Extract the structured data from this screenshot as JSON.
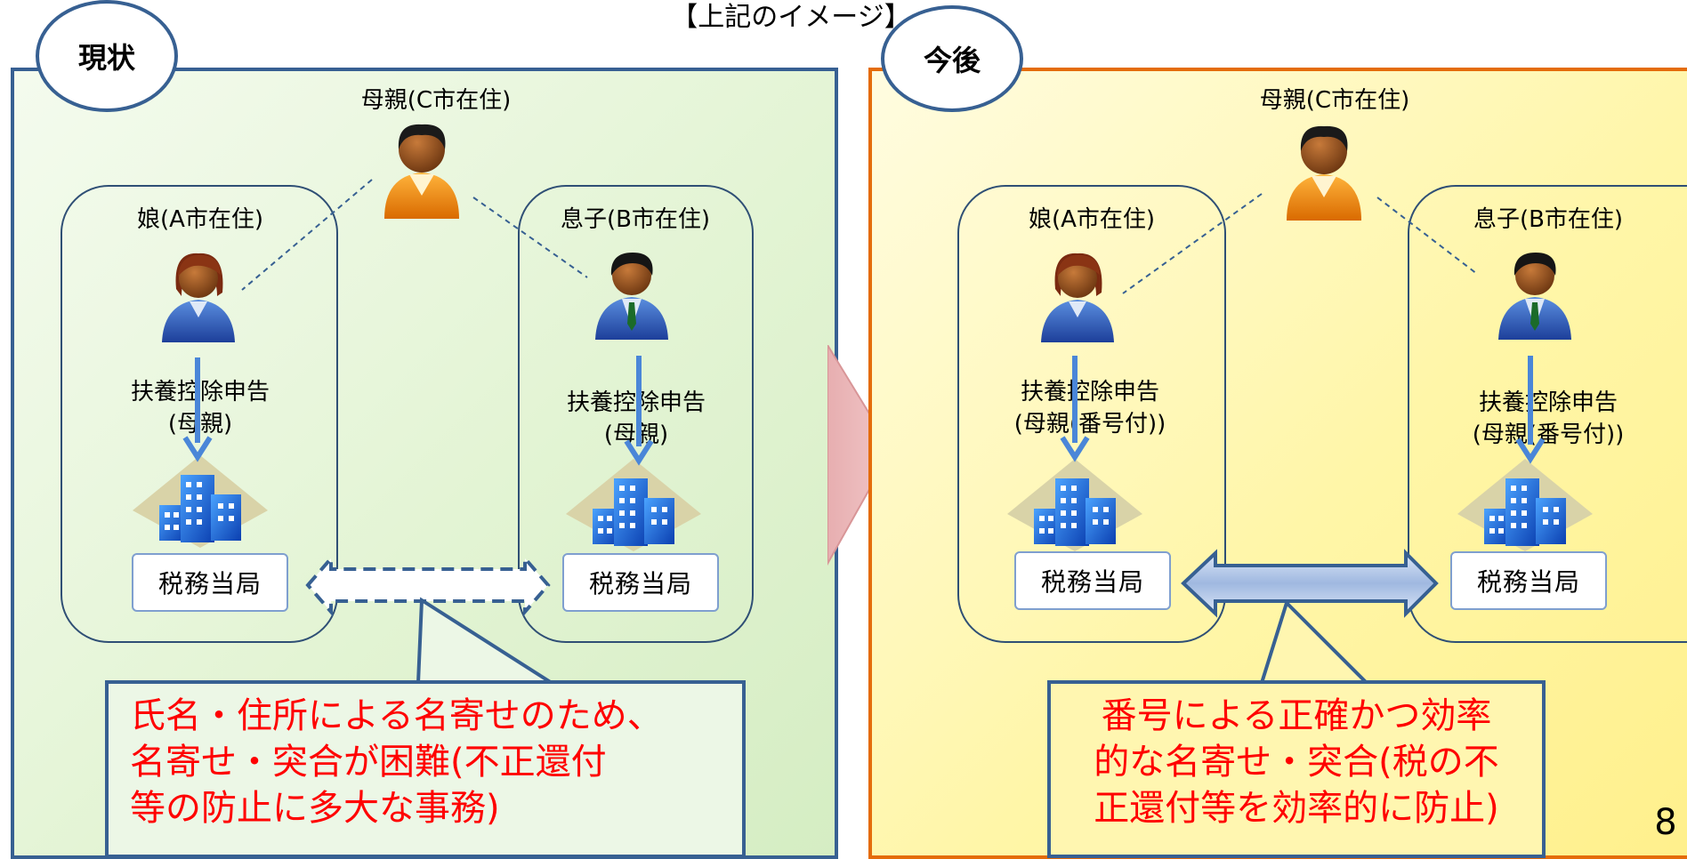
{
  "header": {
    "title": "【上記のイメージ】"
  },
  "left_panel": {
    "tag": "現状",
    "mother": "母親(C市在住)",
    "daughter": "娘(A市在住)",
    "son": "息子(B市在住)",
    "daughter_filing_line1": "扶養控除申告",
    "daughter_filing_line2": "(母親)",
    "son_filing_line1": "扶養控除申告",
    "son_filing_line2": "(母親)",
    "tax_office_a": "税務当局",
    "tax_office_b": "税務当局",
    "callout_line1": "氏名・住所による名寄せのため、",
    "callout_line2": "名寄せ・突合が困難(不正還付",
    "callout_line3": "等の防止に多大な事務)"
  },
  "right_panel": {
    "tag": "今後",
    "mother": "母親(C市在住)",
    "daughter": "娘(A市在住)",
    "son": "息子(B市在住)",
    "daughter_filing_line1": "扶養控除申告",
    "daughter_filing_line2": "(母親(番号付))",
    "son_filing_line1": "扶養控除申告",
    "son_filing_line2": "(母親(番号付))",
    "tax_office_a": "税務当局",
    "tax_office_b": "税務当局",
    "callout_line1": "番号による正確かつ効率",
    "callout_line2": "的な名寄せ・突合(税の不",
    "callout_line3": "正還付等を効率的に防止)"
  },
  "page_number": "8",
  "colors": {
    "left_border": "#376092",
    "right_border": "#e46c0a",
    "callout_text": "#ff0000",
    "transition_arrow": "#e6b0b2"
  },
  "icons": [
    "woman-person-icon",
    "man-person-icon",
    "mother-person-icon",
    "office-building-icon",
    "double-arrow-icon"
  ]
}
